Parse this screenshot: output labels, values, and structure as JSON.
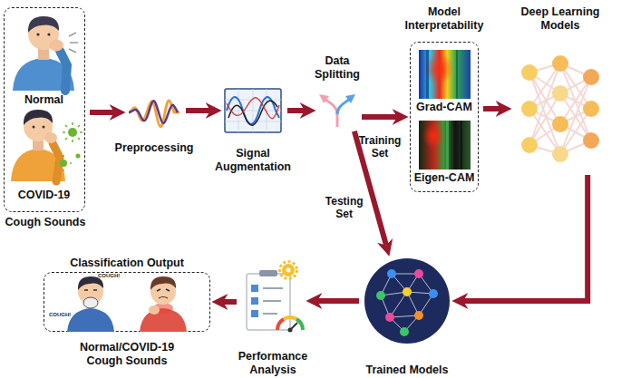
{
  "diagram": {
    "nodes": [
      {
        "text": [
          "Normal",
          "COVID-19",
          "Cough Sounds"
        ]
      },
      {
        "text": [
          "Preprocessing"
        ]
      },
      {
        "text": [
          "Signal Augmentation"
        ]
      },
      {
        "text": [
          "Data Splitting"
        ]
      },
      {
        "text": [
          "Model Interpretability"
        ]
      },
      {
        "text": [
          "Grad-CAM"
        ],
        "in": 4
      },
      {
        "text": [
          "Eigen-CAM"
        ],
        "in": 4
      },
      {
        "text": [
          "Deep Learning Models"
        ]
      },
      {
        "text": [
          "Trained Models"
        ]
      },
      {
        "text": [
          "Performance Analysis"
        ]
      },
      {
        "text": [
          "Classification Output",
          "Normal/COVID-19 Cough Sounds"
        ]
      }
    ],
    "edges": [
      {
        "from": 0,
        "to": 1,
        "arrow": "to"
      },
      {
        "from": 1,
        "to": 2,
        "arrow": "to"
      },
      {
        "from": 2,
        "to": 3,
        "arrow": "to"
      },
      {
        "from": 3,
        "to": 4,
        "label": "Training Set",
        "arrow": "to"
      },
      {
        "from": 4,
        "to": 7,
        "arrow": "to"
      },
      {
        "from": 7,
        "to": 8,
        "arrow": "to"
      },
      {
        "from": 3,
        "to": 8,
        "label": "Testing Set",
        "arrow": "to"
      },
      {
        "from": 8,
        "to": 9,
        "arrow": "to"
      },
      {
        "from": 9,
        "to": 10,
        "arrow": "to"
      }
    ],
    "labels": [
      "COUGH!",
      "COUGH!"
    ]
  }
}
